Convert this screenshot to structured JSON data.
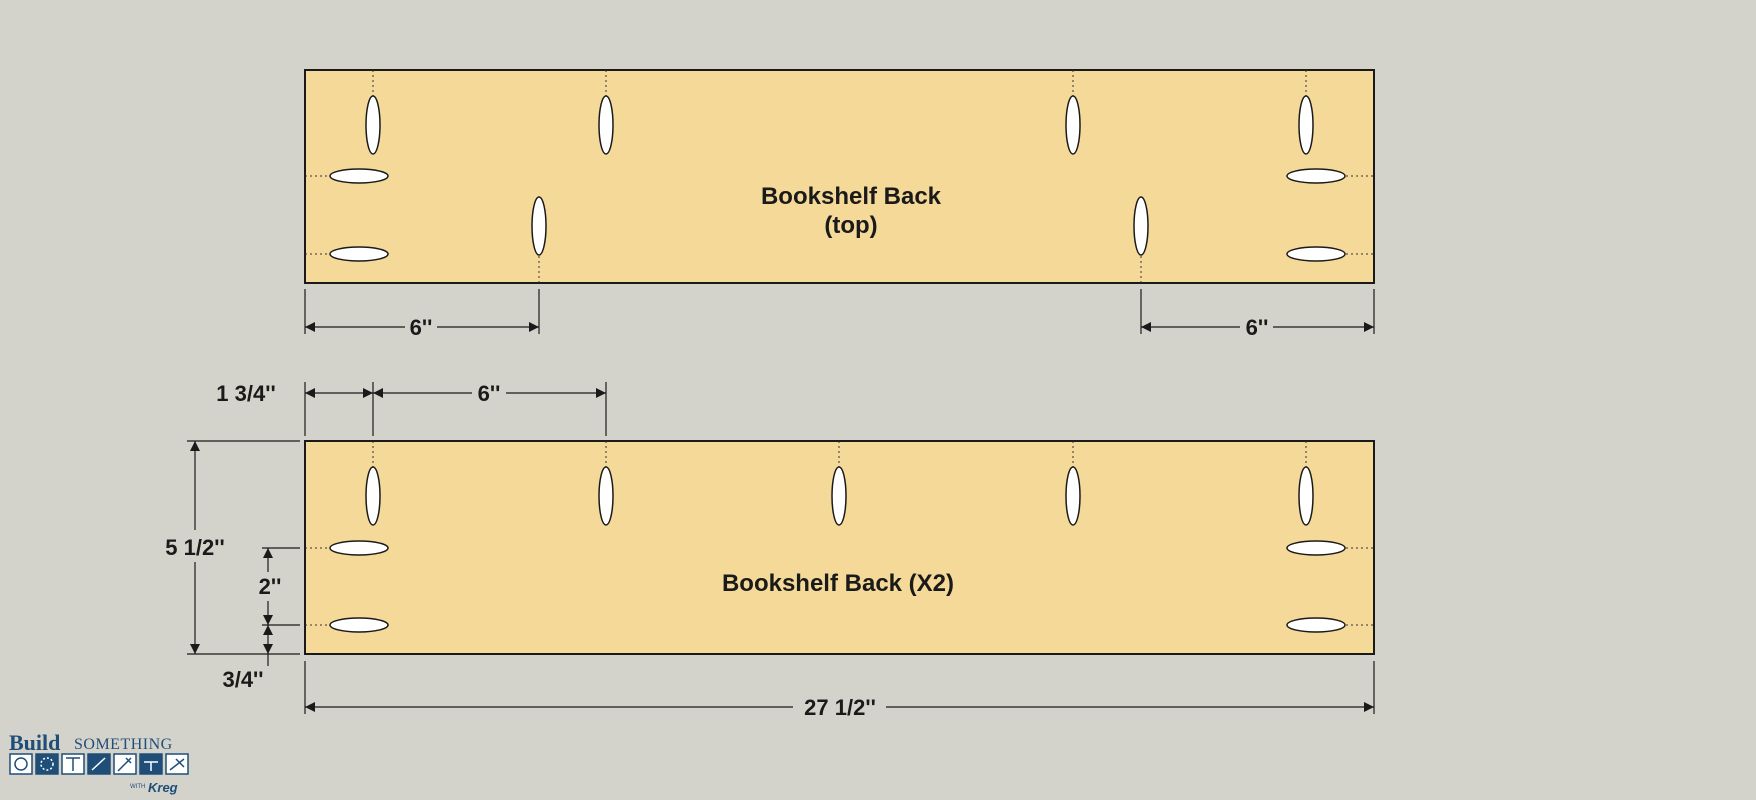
{
  "boards": {
    "top": {
      "title_line1": "Bookshelf Back",
      "title_line2": "(top)"
    },
    "main": {
      "title": "Bookshelf Back (X2)"
    }
  },
  "dimensions": {
    "top_left_spacing": "6''",
    "top_right_spacing": "6''",
    "edge_offset": "1 3/4''",
    "hole_spacing": "6''",
    "board_width": "5 1/2''",
    "side_hole_spacing": "2''",
    "side_hole_edge": "3/4''",
    "board_length": "27 1/2''"
  },
  "logo": {
    "build": "Build",
    "something": "SOMETHING",
    "with": "WITH",
    "kreg": "Kreg"
  },
  "colors": {
    "background": "#d4d3cb",
    "board_fill": "#f5d998",
    "hole_fill": "#ffffff",
    "line": "#1a1a1a",
    "logo": "#1f4e79"
  }
}
